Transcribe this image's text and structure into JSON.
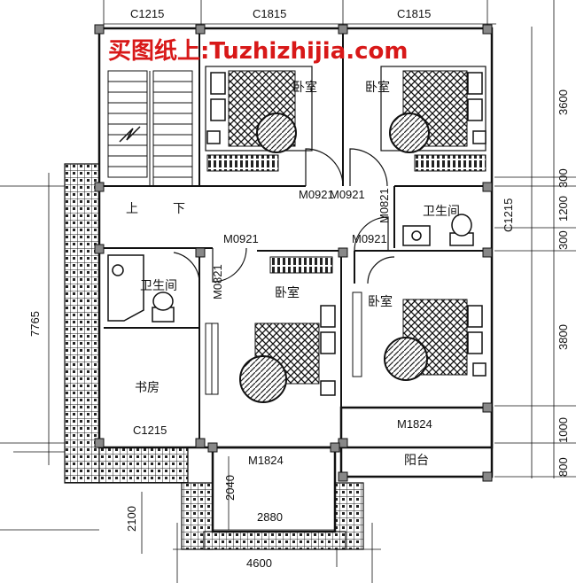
{
  "watermark": "买图纸上:Tuzhizhijia.com",
  "rooms": {
    "bedroom_nw": "卧室",
    "bedroom_ne": "卧室",
    "bedroom_sw": "卧室",
    "bedroom_se": "卧室",
    "bath_e": "卫生间",
    "bath_w": "卫生间",
    "study": "书房",
    "balcony": "阳台"
  },
  "stair": {
    "up": "上",
    "down": "下"
  },
  "doors": {
    "m0921_a": "M0921",
    "m0921_b": "M0921",
    "m0921_c": "M0921",
    "m0921_d": "M0921",
    "m0821_a": "M0821",
    "m0821_b": "M0821",
    "m1824_a": "M1824",
    "m1824_b": "M1824"
  },
  "windows": {
    "c1215_top": "C1215",
    "c1815_top_a": "C1815",
    "c1815_top_b": "C1815",
    "c1215_right": "C1215",
    "c1215_bottom": "C1215"
  },
  "dimensions": {
    "right": [
      "3600",
      "300",
      "1200",
      "300",
      "3800",
      "1000",
      "800"
    ],
    "left_total": "7765",
    "left_bottom": "2100",
    "porch_height": "2040",
    "porch_width": "2880",
    "bottom_total": "4600"
  },
  "colors": {
    "lines": "#111111",
    "watermark": "#d81818"
  }
}
